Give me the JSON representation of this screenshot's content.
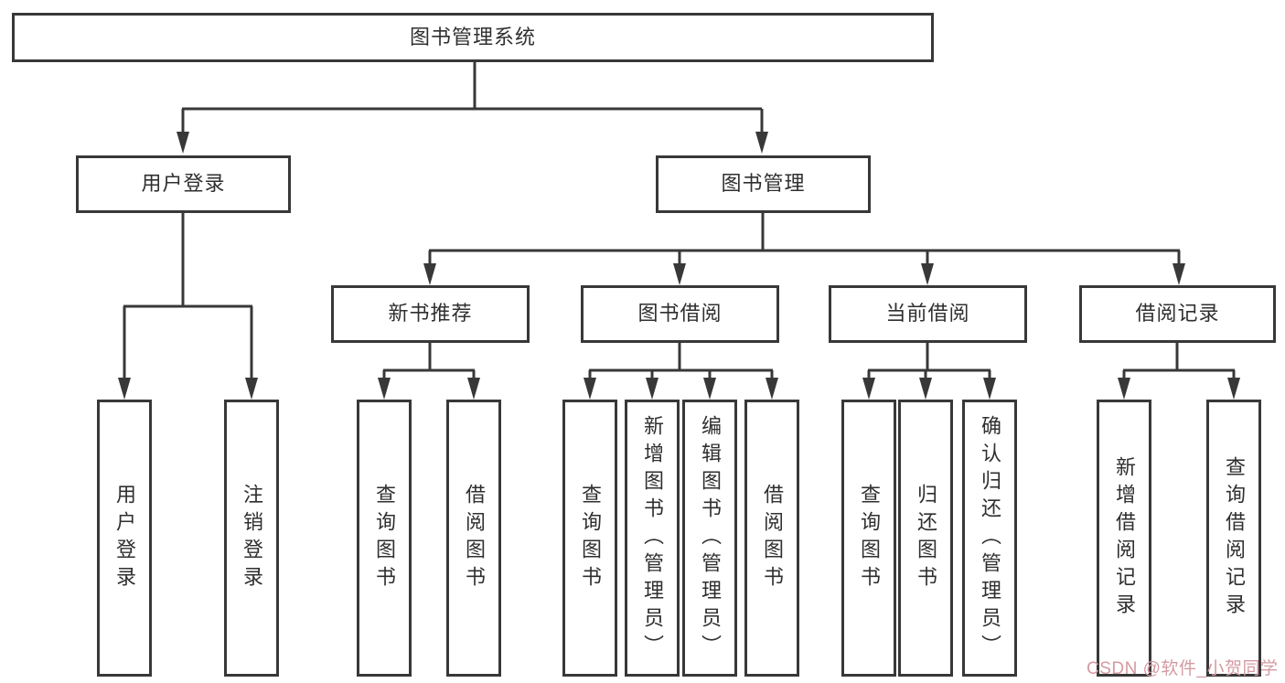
{
  "colors": {
    "line": "#383838",
    "text": "#2f2f2f",
    "box_bg": "#ffffff",
    "watermark": "#d49aa2"
  },
  "watermark": {
    "text": "CSDN @软件_小贺同学"
  },
  "tree": {
    "label": "图书管理系统",
    "children": [
      {
        "label": "用户登录",
        "children": [
          {
            "label": "用户登录"
          },
          {
            "label": "注销登录"
          }
        ]
      },
      {
        "label": "图书管理",
        "children": [
          {
            "label": "新书推荐",
            "children": [
              {
                "label": "查询图书"
              },
              {
                "label": "借阅图书"
              }
            ]
          },
          {
            "label": "图书借阅",
            "children": [
              {
                "label": "查询图书"
              },
              {
                "label": "新增图书（管理员）"
              },
              {
                "label": "编辑图书（管理员）"
              },
              {
                "label": "借阅图书"
              }
            ]
          },
          {
            "label": "当前借阅",
            "children": [
              {
                "label": "查询图书"
              },
              {
                "label": "归还图书"
              },
              {
                "label": "确认归还（管理员）"
              }
            ]
          },
          {
            "label": "借阅记录",
            "children": [
              {
                "label": "新增借阅记录"
              },
              {
                "label": "查询借阅记录"
              }
            ]
          }
        ]
      }
    ]
  }
}
